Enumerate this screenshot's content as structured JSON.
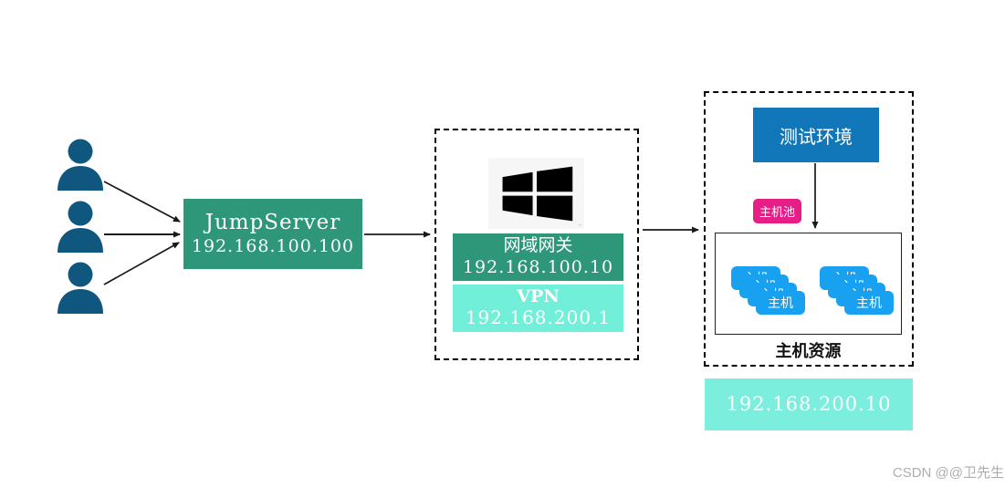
{
  "jumpserver": {
    "name": "JumpServer",
    "ip": "192.168.100.100"
  },
  "gateway": {
    "name": "网域网关",
    "ip": "192.168.100.10"
  },
  "vpn": {
    "name": "VPN",
    "ip": "192.168.200.1"
  },
  "test_env": {
    "name": "测试环境"
  },
  "host_pool": {
    "label": "主机池"
  },
  "hosts": {
    "card_label": "主机",
    "group_label": "主机资源",
    "stacks": 2,
    "cards_per_stack": 4
  },
  "client_network": {
    "ip": "192.168.200.10"
  },
  "watermark": "CSDN @@卫先生",
  "colors": {
    "teal": "#2E9679",
    "aqua_vpn": "#72EFD8",
    "aqua_client": "#7CEEDE",
    "env_blue": "#1177B8",
    "pool_pink": "#E61E85",
    "host_blue": "#19A1F1",
    "user_blue": "#10577F",
    "windows_logo_bg": "#F6F6F6",
    "connector": "#1A1A1A"
  }
}
